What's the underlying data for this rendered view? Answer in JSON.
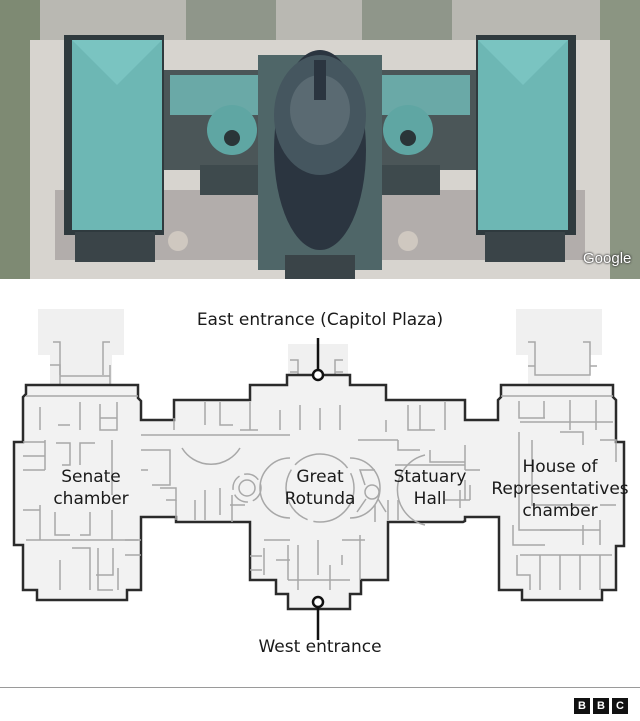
{
  "satellite": {
    "attribution": "Google",
    "colors": {
      "roof": "#6fb6b3",
      "shadow": "#3a4650",
      "plaza": "#c9c6c3",
      "ground": "#8e9a86"
    }
  },
  "floor_plan": {
    "labels": {
      "east_entrance": "East entrance (Capitol Plaza)",
      "west_entrance": "West entrance",
      "senate_line1": "Senate",
      "senate_line2": "chamber",
      "rotunda_line1": "Great",
      "rotunda_line2": "Rotunda",
      "statuary_line1": "Statuary",
      "statuary_line2": "Hall",
      "house_line1": "House of",
      "house_line2": "Representatives",
      "house_line3": "chamber"
    },
    "colors": {
      "fill": "#f2f2f2",
      "outline": "#2b2b2b",
      "walls": "#a8a8a8",
      "annex": "#f0f0f0"
    }
  },
  "footer": {
    "logo": [
      "B",
      "B",
      "C"
    ]
  }
}
